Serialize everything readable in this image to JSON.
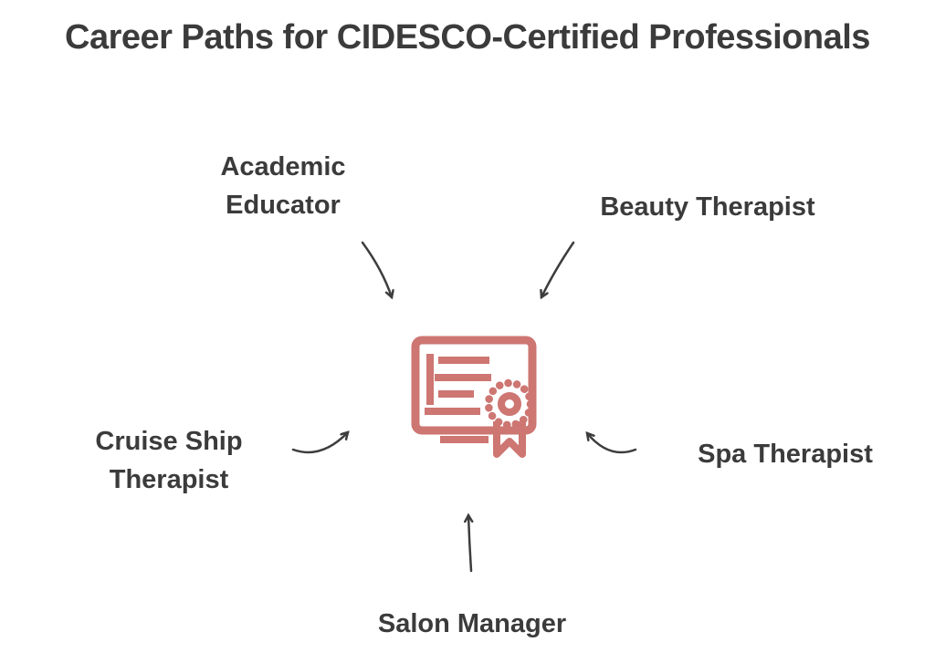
{
  "title": "Career Paths for CIDESCO-Certified Professionals",
  "center_icon": "certificate-icon",
  "colors": {
    "text": "#3b3b3b",
    "accent": "#cd7672",
    "arrow": "#3d3d3d",
    "background": "#ffffff"
  },
  "careers": [
    {
      "id": "academic-educator",
      "position": "top-left",
      "lines": [
        "Academic",
        "Educator"
      ]
    },
    {
      "id": "beauty-therapist",
      "position": "top-right",
      "lines": [
        "Beauty Therapist"
      ]
    },
    {
      "id": "cruise-ship-therapist",
      "position": "middle-left",
      "lines": [
        "Cruise Ship",
        "Therapist"
      ]
    },
    {
      "id": "spa-therapist",
      "position": "middle-right",
      "lines": [
        "Spa Therapist"
      ]
    },
    {
      "id": "salon-manager",
      "position": "bottom-center",
      "lines": [
        "Salon Manager"
      ]
    }
  ]
}
